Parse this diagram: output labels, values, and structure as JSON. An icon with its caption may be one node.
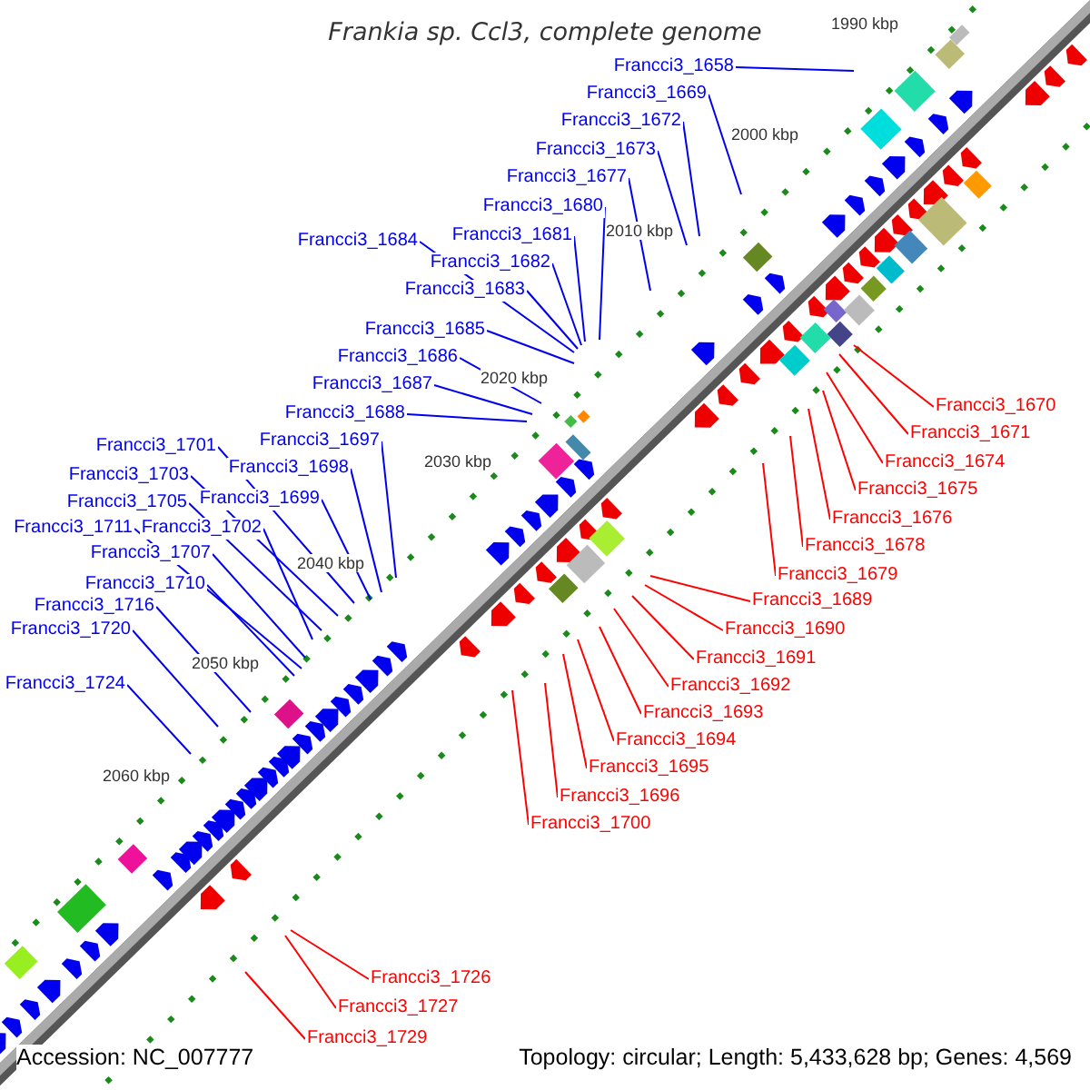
{
  "diagram": {
    "title": "Frankia sp. Ccl3, complete genome",
    "nodes": [
      {
        "text": [
          "Francci3_1658"
        ]
      },
      {
        "text": [
          "Francci3_1669"
        ]
      },
      {
        "text": [
          "Francci3_1672"
        ]
      },
      {
        "text": [
          "Francci3_1673"
        ]
      },
      {
        "text": [
          "Francci3_1677"
        ]
      },
      {
        "text": [
          "Francci3_1680"
        ]
      },
      {
        "text": [
          "Francci3_1681"
        ]
      },
      {
        "text": [
          "Francci3_1684"
        ]
      },
      {
        "text": [
          "Francci3_1682"
        ]
      },
      {
        "text": [
          "Francci3_1683"
        ]
      },
      {
        "text": [
          "Francci3_1685"
        ]
      },
      {
        "text": [
          "Francci3_1686"
        ]
      },
      {
        "text": [
          "Francci3_1687"
        ]
      },
      {
        "text": [
          "Francci3_1688"
        ]
      },
      {
        "text": [
          "Francci3_1697"
        ]
      },
      {
        "text": [
          "Francci3_1701"
        ]
      },
      {
        "text": [
          "Francci3_1698"
        ]
      },
      {
        "text": [
          "Francci3_1703"
        ]
      },
      {
        "text": [
          "Francci3_1699"
        ]
      },
      {
        "text": [
          "Francci3_1705"
        ]
      },
      {
        "text": [
          "Francci3_1711"
        ]
      },
      {
        "text": [
          "Francci3_1702"
        ]
      },
      {
        "text": [
          "Francci3_1707"
        ]
      },
      {
        "text": [
          "Francci3_1710"
        ]
      },
      {
        "text": [
          "Francci3_1716"
        ]
      },
      {
        "text": [
          "Francci3_1720"
        ]
      },
      {
        "text": [
          "Francci3_1724"
        ]
      },
      {
        "text": [
          "Francci3_1670"
        ]
      },
      {
        "text": [
          "Francci3_1671"
        ]
      },
      {
        "text": [
          "Francci3_1674"
        ]
      },
      {
        "text": [
          "Francci3_1675"
        ]
      },
      {
        "text": [
          "Francci3_1676"
        ]
      },
      {
        "text": [
          "Francci3_1678"
        ]
      },
      {
        "text": [
          "Francci3_1679"
        ]
      },
      {
        "text": [
          "Francci3_1689"
        ]
      },
      {
        "text": [
          "Francci3_1690"
        ]
      },
      {
        "text": [
          "Francci3_1691"
        ]
      },
      {
        "text": [
          "Francci3_1692"
        ]
      },
      {
        "text": [
          "Francci3_1693"
        ]
      },
      {
        "text": [
          "Francci3_1694"
        ]
      },
      {
        "text": [
          "Francci3_1695"
        ]
      },
      {
        "text": [
          "Francci3_1696"
        ]
      },
      {
        "text": [
          "Francci3_1700"
        ]
      },
      {
        "text": [
          "Francci3_1726"
        ]
      },
      {
        "text": [
          "Francci3_1727"
        ]
      },
      {
        "text": [
          "Francci3_1729"
        ]
      }
    ],
    "edges": [
      {
        "from": 0,
        "to": null,
        "arrow": "none"
      },
      {
        "from": 1,
        "to": null,
        "arrow": "none"
      },
      {
        "from": 2,
        "to": null,
        "arrow": "none"
      },
      {
        "from": 3,
        "to": null,
        "arrow": "none"
      },
      {
        "from": 4,
        "to": null,
        "arrow": "none"
      },
      {
        "from": 5,
        "to": null,
        "arrow": "none"
      },
      {
        "from": 6,
        "to": null,
        "arrow": "none"
      },
      {
        "from": 7,
        "to": null,
        "arrow": "none"
      },
      {
        "from": 8,
        "to": null,
        "arrow": "none"
      },
      {
        "from": 9,
        "to": null,
        "arrow": "none"
      },
      {
        "from": 10,
        "to": null,
        "arrow": "none"
      },
      {
        "from": 11,
        "to": null,
        "arrow": "none"
      },
      {
        "from": 12,
        "to": null,
        "arrow": "none"
      },
      {
        "from": 13,
        "to": null,
        "arrow": "none"
      },
      {
        "from": 14,
        "to": null,
        "arrow": "none"
      },
      {
        "from": 15,
        "to": null,
        "arrow": "none"
      },
      {
        "from": 16,
        "to": null,
        "arrow": "none"
      },
      {
        "from": 17,
        "to": null,
        "arrow": "none"
      },
      {
        "from": 18,
        "to": null,
        "arrow": "none"
      },
      {
        "from": 19,
        "to": null,
        "arrow": "none"
      },
      {
        "from": 20,
        "to": null,
        "arrow": "none"
      },
      {
        "from": 21,
        "to": null,
        "arrow": "none"
      },
      {
        "from": 22,
        "to": null,
        "arrow": "none"
      },
      {
        "from": 23,
        "to": null,
        "arrow": "none"
      },
      {
        "from": 24,
        "to": null,
        "arrow": "none"
      },
      {
        "from": 25,
        "to": null,
        "arrow": "none"
      },
      {
        "from": 26,
        "to": null,
        "arrow": "none"
      },
      {
        "from": 27,
        "to": null,
        "arrow": "none",
        "color": "#ff0000"
      },
      {
        "from": 28,
        "to": null,
        "arrow": "none",
        "color": "#ff0000"
      },
      {
        "from": 29,
        "to": null,
        "arrow": "none",
        "color": "#ff0000"
      },
      {
        "from": 30,
        "to": null,
        "arrow": "none",
        "color": "#ff0000"
      },
      {
        "from": 31,
        "to": null,
        "arrow": "none",
        "color": "#ff0000"
      },
      {
        "from": 32,
        "to": null,
        "arrow": "none",
        "color": "#ff0000"
      },
      {
        "from": 33,
        "to": null,
        "arrow": "none",
        "color": "#ff0000"
      },
      {
        "from": 34,
        "to": null,
        "arrow": "none",
        "color": "#ff0000"
      },
      {
        "from": 35,
        "to": null,
        "arrow": "none",
        "color": "#ff0000"
      },
      {
        "from": 36,
        "to": null,
        "arrow": "none",
        "color": "#ff0000"
      },
      {
        "from": 37,
        "to": null,
        "arrow": "none",
        "color": "#ff0000"
      },
      {
        "from": 38,
        "to": null,
        "arrow": "none",
        "color": "#ff0000"
      },
      {
        "from": 39,
        "to": null,
        "arrow": "none",
        "color": "#ff0000"
      },
      {
        "from": 40,
        "to": null,
        "arrow": "none",
        "color": "#ff0000"
      },
      {
        "from": 41,
        "to": null,
        "arrow": "none",
        "color": "#ff0000"
      },
      {
        "from": 42,
        "to": null,
        "arrow": "none",
        "color": "#ff0000"
      },
      {
        "from": 43,
        "to": null,
        "arrow": "none",
        "color": "#ff0000"
      },
      {
        "from": 44,
        "to": null,
        "arrow": "none",
        "color": "#ff0000"
      },
      {
        "from": 45,
        "to": null,
        "arrow": "none",
        "color": "#ff0000"
      }
    ],
    "labels": [
      "1990 kbp",
      "2000 kbp",
      "2010 kbp",
      "2020 kbp",
      "2030 kbp",
      "2040 kbp",
      "2050 kbp",
      "2060 kbp",
      "Accession: NC_007777",
      "Topology: circular; Length: 5,433,628 bp; Genes: 4,569"
    ]
  }
}
